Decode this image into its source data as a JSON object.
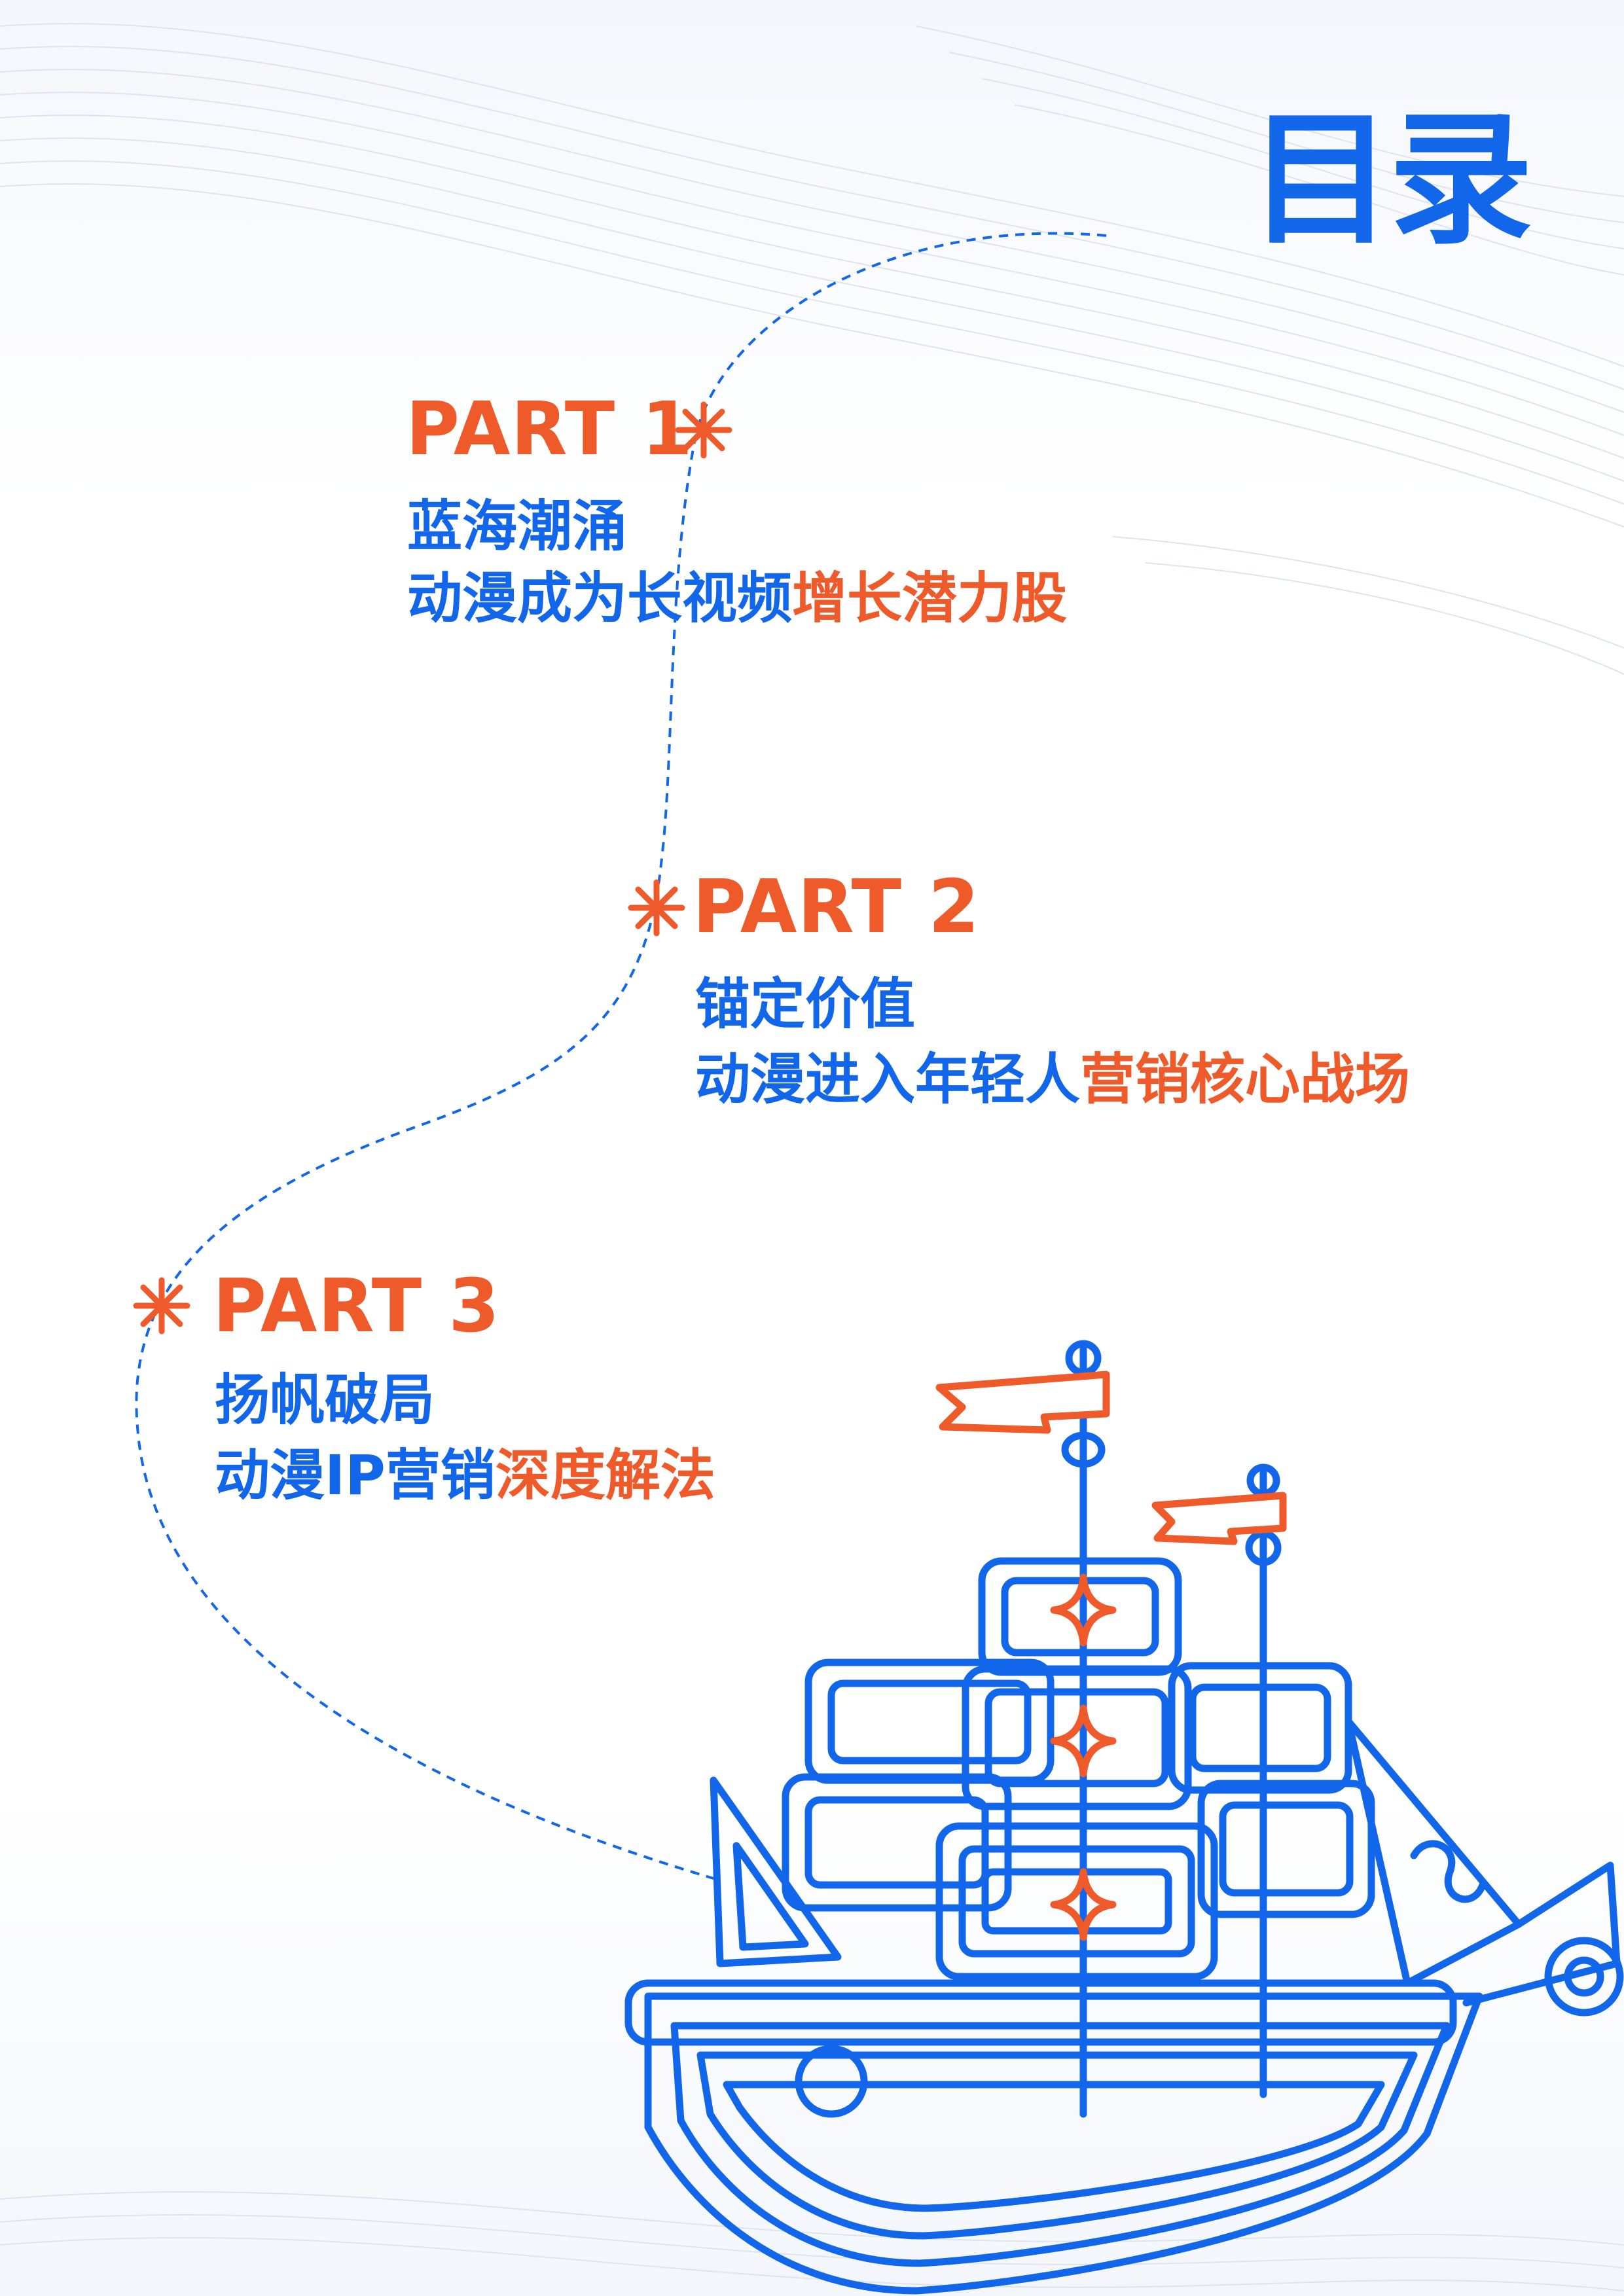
{
  "page": {
    "title": "目录",
    "colors": {
      "primary_blue": "#1266e9",
      "accent_orange": "#ee5a2a"
    }
  },
  "parts": [
    {
      "label": "PART 1",
      "line1": "蓝海潮涌",
      "line2_plain": "动漫成为长视频",
      "line2_highlight": "增长潜力股"
    },
    {
      "label": "PART 2",
      "line1": "锚定价值",
      "line2_plain": "动漫进入年轻人",
      "line2_highlight": "营销核心战场"
    },
    {
      "label": "PART 3",
      "line1": "扬帆破局",
      "line2_plain": "动漫IP营销",
      "line2_highlight": "深度解法"
    }
  ],
  "icons": [
    "asterisk-icon",
    "sailing-ship-illustration",
    "wave-pattern"
  ]
}
